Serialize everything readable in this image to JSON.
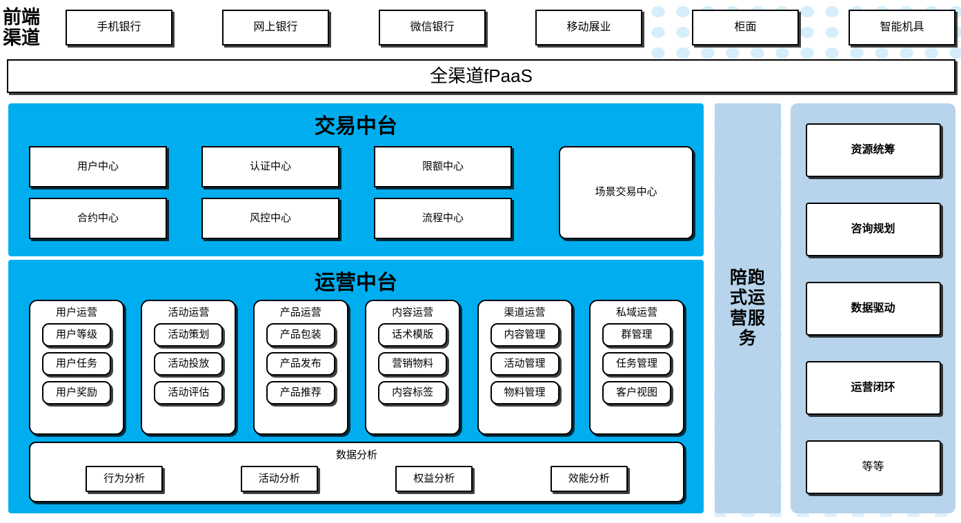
{
  "channels": {
    "label": "前端渠道",
    "label_lines": [
      "前端",
      "渠道"
    ],
    "items": [
      {
        "label": "手机银行"
      },
      {
        "label": "网上银行"
      },
      {
        "label": "微信银行"
      },
      {
        "label": "移动展业"
      },
      {
        "label": "柜面"
      },
      {
        "label": "智能机具"
      }
    ]
  },
  "platform_band": {
    "label": "全渠道fPaaS"
  },
  "trade_center": {
    "title": "交易中台",
    "modules": [
      {
        "label": "用户中心"
      },
      {
        "label": "认证中心"
      },
      {
        "label": "限额中心"
      },
      {
        "label": "合约中心"
      },
      {
        "label": "风控中心"
      },
      {
        "label": "流程中心"
      }
    ],
    "scene_module": {
      "label": "场景交易中心"
    }
  },
  "ops_center": {
    "title": "运营中台",
    "columns": [
      {
        "title": "用户运营",
        "items": [
          {
            "label": "用户等级"
          },
          {
            "label": "用户任务"
          },
          {
            "label": "用户奖励"
          }
        ]
      },
      {
        "title": "活动运营",
        "items": [
          {
            "label": "活动策划"
          },
          {
            "label": "活动投放"
          },
          {
            "label": "活动评估"
          }
        ]
      },
      {
        "title": "产品运营",
        "items": [
          {
            "label": "产品包装"
          },
          {
            "label": "产品发布"
          },
          {
            "label": "产品推荐"
          }
        ]
      },
      {
        "title": "内容运营",
        "items": [
          {
            "label": "话术模版"
          },
          {
            "label": "营销物料"
          },
          {
            "label": "内容标签"
          }
        ]
      },
      {
        "title": "渠道运营",
        "items": [
          {
            "label": "内容管理"
          },
          {
            "label": "活动管理"
          },
          {
            "label": "物料管理"
          }
        ]
      },
      {
        "title": "私域运营",
        "items": [
          {
            "label": "群管理"
          },
          {
            "label": "任务管理"
          },
          {
            "label": "客户视图"
          }
        ]
      }
    ],
    "data_analysis": {
      "title": "数据分析",
      "items": [
        {
          "label": "行为分析"
        },
        {
          "label": "活动分析"
        },
        {
          "label": "权益分析"
        },
        {
          "label": "效能分析"
        }
      ]
    }
  },
  "service_column": {
    "label": "陪跑式运营服务"
  },
  "value_panel": {
    "items": [
      {
        "label": "资源统筹",
        "bold": true
      },
      {
        "label": "咨询规划",
        "bold": true
      },
      {
        "label": "数据驱动",
        "bold": true
      },
      {
        "label": "运营闭环",
        "bold": true
      },
      {
        "label": "等等",
        "bold": false
      }
    ]
  },
  "colors": {
    "accent_cyan": "#00AEEF",
    "panel_blue": "#B7D4EC",
    "dot_blue": "#D6EEFB",
    "box_white": "#FFFFFF",
    "stroke": "#000000"
  }
}
